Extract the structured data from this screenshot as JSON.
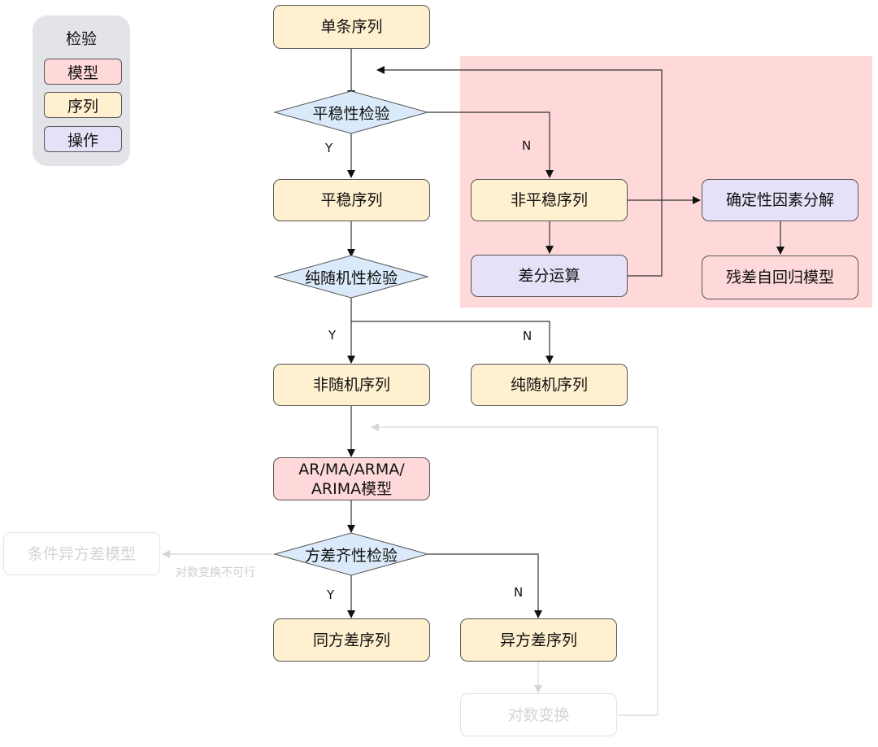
{
  "legend": {
    "test": "检验",
    "model": "模型",
    "sequence": "序列",
    "operation": "操作"
  },
  "colors": {
    "test_fill": "#dbeafa",
    "model_fill": "#ffd9d9",
    "sequence_fill": "#fff0cf",
    "operation_fill": "#e6e1f8",
    "highlight_region": "#ffd9d9",
    "legend_bg": "#e3e4e8",
    "ghost": "#d8d8d8",
    "line": "#333333"
  },
  "nodes": {
    "single_series": "单条序列",
    "stationarity_test": "平稳性检验",
    "stationary_series": "平稳序列",
    "nonstationary_series": "非平稳序列",
    "differencing": "差分运算",
    "deterministic_decomposition": "确定性因素分解",
    "residual_autoregressive_model": "残差自回归模型",
    "white_noise_test": "纯随机性检验",
    "non_random_series": "非随机序列",
    "pure_random_series": "纯随机序列",
    "arima_model_line1": "AR/MA/ARMA/",
    "arima_model_line2": "ARIMA模型",
    "homoscedasticity_test": "方差齐性检验",
    "homoscedastic_series": "同方差序列",
    "heteroscedastic_series": "异方差序列",
    "log_transform": "对数变换",
    "conditional_heteroscedastic_model": "条件异方差模型"
  },
  "edge_labels": {
    "stationarity_yes": "Y",
    "stationarity_no": "N",
    "white_noise_yes": "Y",
    "white_noise_no": "N",
    "homoscedasticity_yes": "Y",
    "homoscedasticity_no": "N",
    "log_transform_infeasible": "对数变换不可行"
  }
}
